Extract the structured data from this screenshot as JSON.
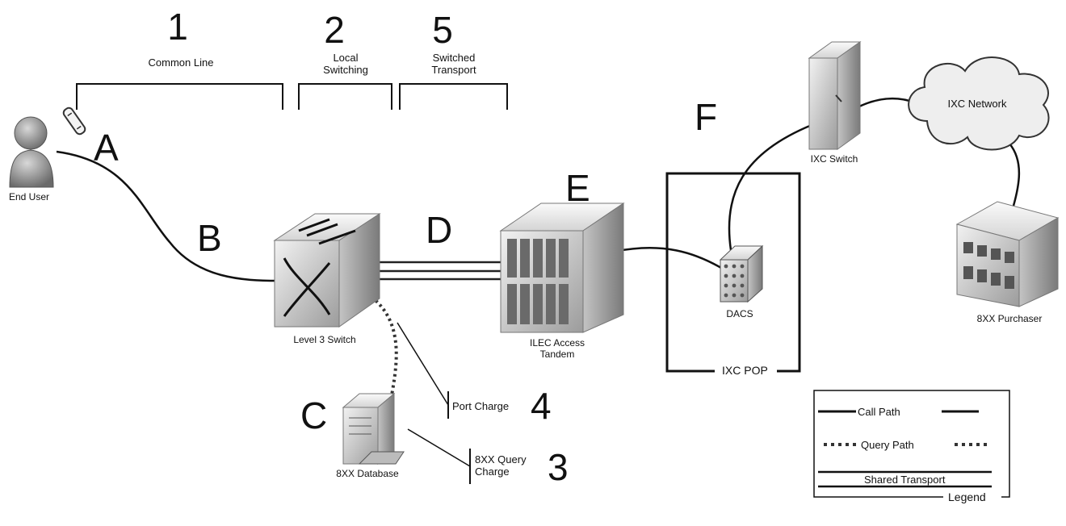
{
  "sections": [
    {
      "number": "1",
      "label": "Common Line"
    },
    {
      "number": "2",
      "label": "Local Switching"
    },
    {
      "number": "5",
      "label": "Switched Transport"
    }
  ],
  "segments": {
    "a": "A",
    "b": "B",
    "c": "C",
    "d": "D",
    "e": "E",
    "f": "F"
  },
  "nodes": {
    "end_user": "End User",
    "level3_switch": "Level 3 Switch",
    "database": "8XX Database",
    "access_tandem": "ILEC Access Tandem",
    "dacs": "DACS",
    "ixc_switch": "IXC Switch",
    "ixc_network": "IXC Network",
    "purchaser": "8XX Purchaser"
  },
  "charges": [
    {
      "number": "4",
      "label": "Port Charge"
    },
    {
      "number": "3",
      "label": "8XX Query Charge"
    }
  ],
  "ixc_pop_label": "IXC POP",
  "legend": {
    "title": "Legend",
    "items": [
      "Call Path",
      "Query Path",
      "Shared Transport"
    ]
  }
}
